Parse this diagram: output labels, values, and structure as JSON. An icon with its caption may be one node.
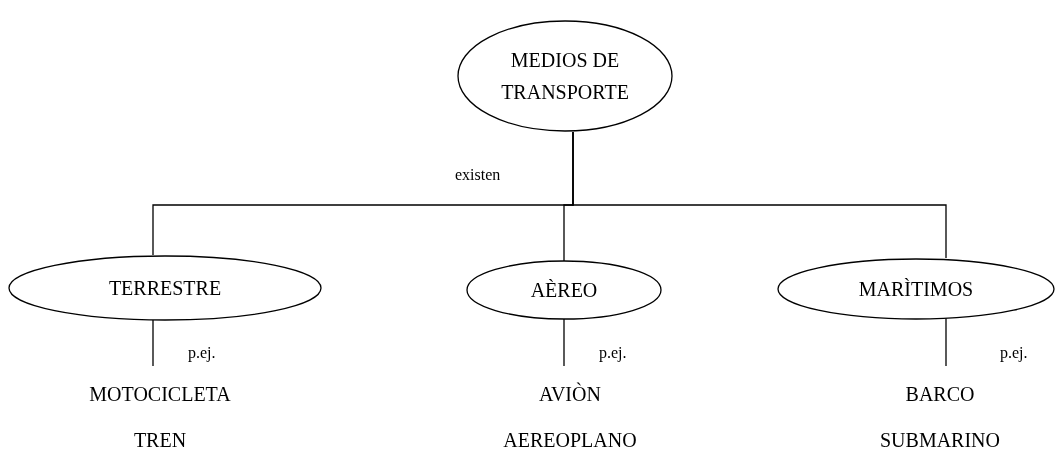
{
  "diagram": {
    "nodes": [
      {
        "text": [
          "MEDIOS DE TRANSPORTE"
        ]
      },
      {
        "text": [
          "TERRESTRE"
        ]
      },
      {
        "text": [
          "AÈREO"
        ]
      },
      {
        "text": [
          "MARÌTIMOS"
        ]
      },
      {
        "text": [
          "MOTOCICLETA",
          "TREN"
        ]
      },
      {
        "text": [
          "AVIÒN",
          "AEREOPLANO"
        ]
      },
      {
        "text": [
          "BARCO",
          "SUBMARINO"
        ]
      }
    ],
    "edges": [
      {
        "from": 0,
        "to": 1,
        "arrow": "none",
        "label": "existen"
      },
      {
        "from": 0,
        "to": 2,
        "arrow": "none"
      },
      {
        "from": 0,
        "to": 3,
        "arrow": "none"
      },
      {
        "from": 1,
        "to": 4,
        "arrow": "none",
        "label": "p.ej."
      },
      {
        "from": 2,
        "to": 5,
        "arrow": "none",
        "label": "p.ej."
      },
      {
        "from": 3,
        "to": 6,
        "arrow": "none",
        "label": "p.ej."
      }
    ]
  }
}
